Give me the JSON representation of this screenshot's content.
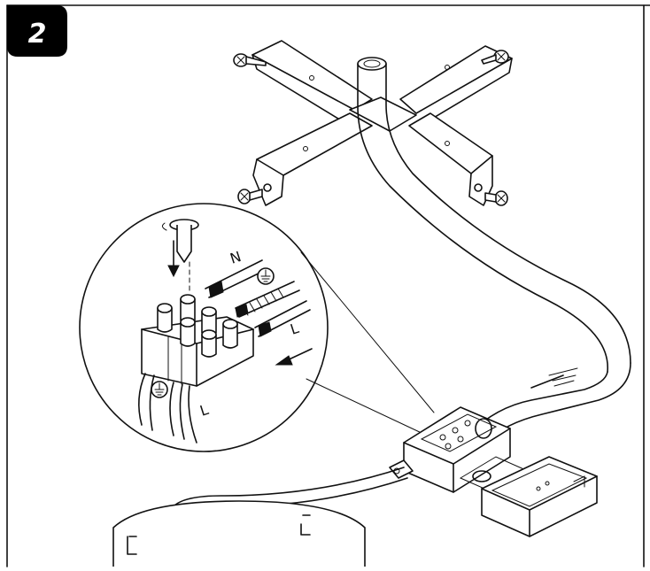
{
  "step": {
    "number": "2",
    "badge_color": "#000000"
  },
  "magnifier": {
    "labels": {
      "neutral": "N",
      "live_upper": "L",
      "live_lower": "L"
    },
    "earth_symbols": [
      "earth-symbol-upper",
      "earth-symbol-lower"
    ]
  },
  "line_color": "#111111",
  "background_color": "#ffffff"
}
